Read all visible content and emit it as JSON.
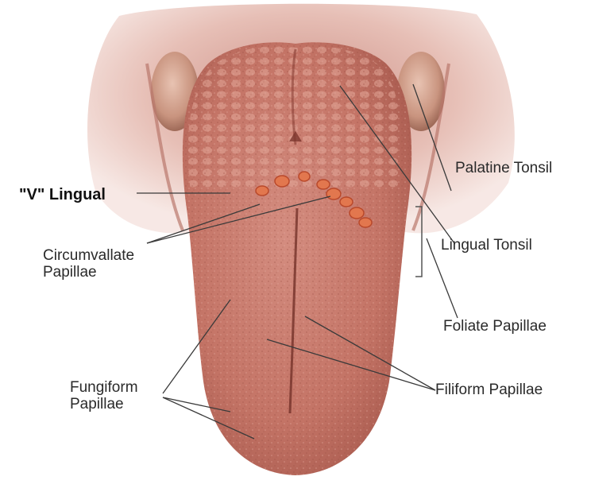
{
  "labels": {
    "v_lingual": "\"V\" Lingual",
    "palatine_tonsil": "Palatine Tonsil",
    "lingual_tonsil": "Lingual Tonsil",
    "circumvallate_line1": "Circumvallate",
    "circumvallate_line2": "Papillae",
    "foliate_papillae": "Foliate Papillae",
    "fungiform_line1": "Fungiform",
    "fungiform_line2": "Papillae",
    "filiform_papillae": "Filiform Papillae"
  },
  "colors": {
    "tongue": "#c97a6e",
    "tongue_shadow": "#9e5247",
    "throat": "#e9c4bc",
    "tonsil": "#d7a28f",
    "papillae_bumps": "#e07a55",
    "leader_line": "#3a3a3a",
    "label_text": "#2a2a2a"
  }
}
